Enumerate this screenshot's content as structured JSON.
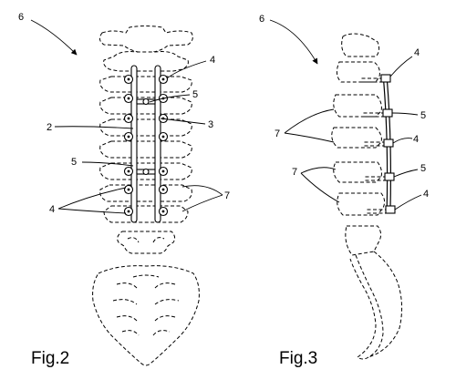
{
  "figures": [
    {
      "caption": "Fig.2",
      "labels": {
        "ref_6": "6",
        "ref_4_top": "4",
        "ref_5_top": "5",
        "ref_2": "2",
        "ref_3": "3",
        "ref_5_mid": "5",
        "ref_4_low": "4",
        "ref_7": "7"
      }
    },
    {
      "caption": "Fig.3",
      "labels": {
        "ref_6": "6",
        "ref_4_a": "4",
        "ref_5_a": "5",
        "ref_7_a": "7",
        "ref_4_b": "4",
        "ref_5_b": "5",
        "ref_7_b": "7",
        "ref_4_c": "4"
      }
    }
  ]
}
